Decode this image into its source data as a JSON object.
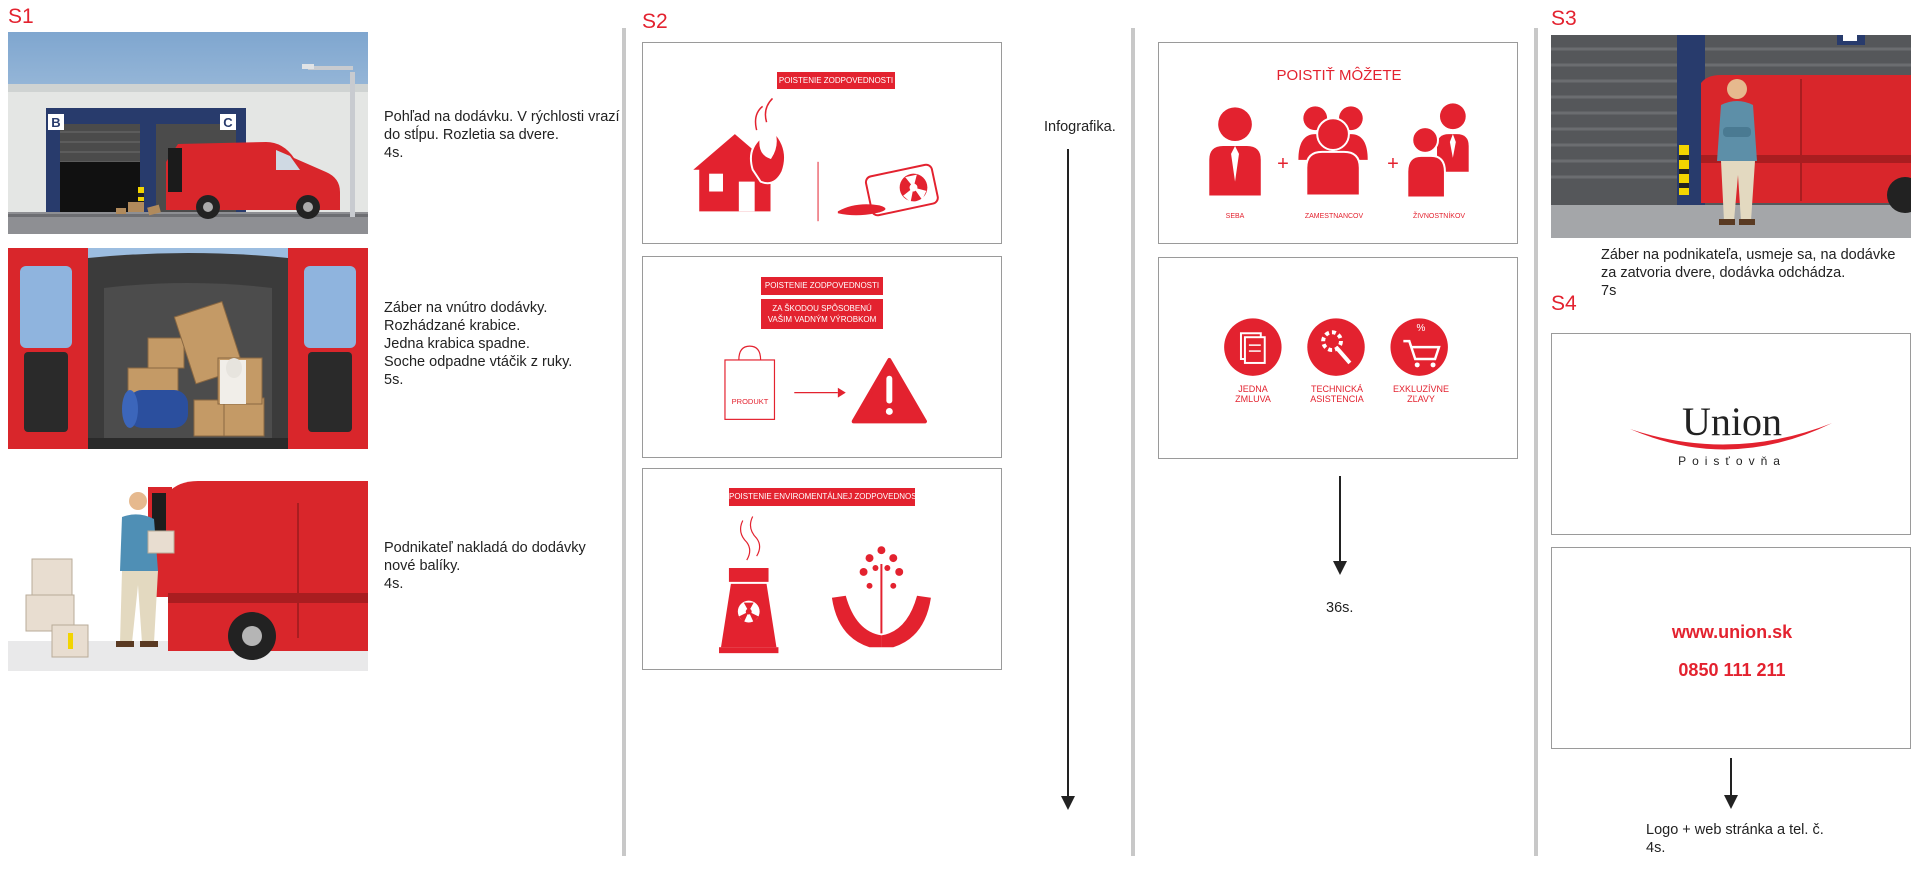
{
  "sections": {
    "s1": "S1",
    "s2": "S2",
    "s3": "S3",
    "s4": "S4"
  },
  "s1": {
    "shot1_desc": "Pohľad na dodávku. V rýchlosti vrazí\ndo stĺpu. Rozletia sa dvere.\n4s.",
    "shot1_door_b": "B",
    "shot1_door_c": "C",
    "shot2_desc": "Záber na vnútro dodávky.\nRozhádzané krabice.\nJedna krabica spadne.\nSoche odpadne vtáčik z ruky.\n5s.",
    "shot3_desc": "Podnikateľ nakladá do dodávky\nnové balíky.\n4s."
  },
  "s2": {
    "note": "Infografika.",
    "card1_title": "POISTENIE ZODPOVEDNOSTI",
    "card2_title": "POISTENIE ZODPOVEDNOSTI",
    "card2_subtitle_1": "ZA ŠKODOU SPÔSOBENÚ",
    "card2_subtitle_2": "VAŠIM VADNÝM VÝROBKOM",
    "card2_product": "PRODUKT",
    "card3_title": "POISTENIE ENVIROMENTÁLNEJ ZODPOVEDNOSTI",
    "card4_title": "POISTIŤ MÔŽETE",
    "card4_plus1": "+",
    "card4_plus2": "+",
    "card4_label1": "SEBA",
    "card4_label2": "ZAMESTNANCOV",
    "card4_label3": "ŽIVNOSTNÍKOV",
    "card5_item1_l1": "JEDNA",
    "card5_item1_l2": "ZMLUVA",
    "card5_item2_l1": "TECHNICKÁ",
    "card5_item2_l2": "ASISTENCIA",
    "card5_item3_l1": "EXKLUZÍVNE",
    "card5_item3_l2": "ZĽAVY",
    "card5_percent": "%",
    "duration": "36s."
  },
  "s3": {
    "desc": "Záber na podnikateľa, usmeje sa, na dodávke\nza zatvoria dvere, dodávka odchádza.\n7s"
  },
  "s4": {
    "logo_name": "Union",
    "logo_sub": "Poisťovňa",
    "web": "www.union.sk",
    "phone": "0850 111 211",
    "desc": "Logo + web stránka a tel. č.\n4s."
  },
  "colors": {
    "accent": "#e3222f",
    "van": "#d9262b",
    "divider": "#c8c8c8"
  }
}
